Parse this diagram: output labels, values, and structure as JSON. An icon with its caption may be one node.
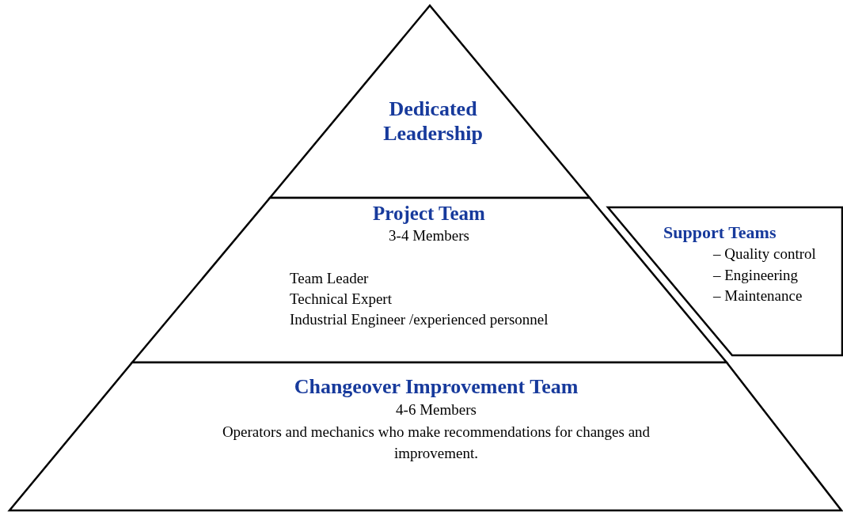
{
  "diagram": {
    "nodes": [
      {
        "text": [
          "Dedicated Leadership"
        ]
      },
      {
        "text": [
          "Project Team",
          "3-4 Members",
          "Team Leader",
          "Technical Expert",
          "Industrial Engineer /experienced personnel"
        ]
      },
      {
        "text": [
          "Changeover Improvement Team",
          "4-6 Members",
          "Operators and mechanics who make recommendations for changes and improvement."
        ]
      },
      {
        "text": [
          "Support Teams",
          "– Quality control",
          "– Engineering",
          "– Maintenance"
        ]
      }
    ]
  }
}
